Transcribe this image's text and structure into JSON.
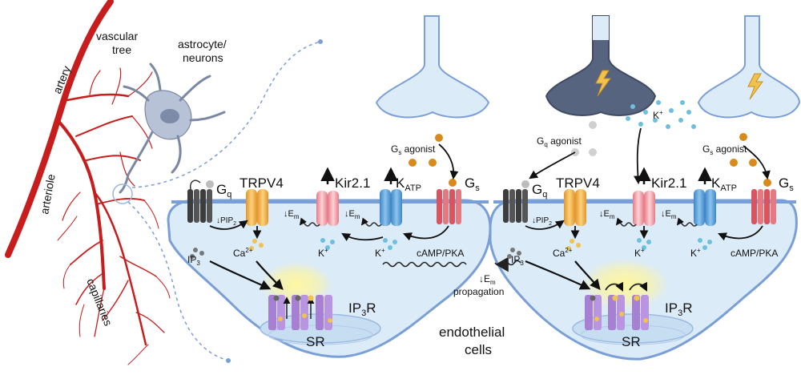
{
  "vascular": {
    "artery": "artery",
    "vascular_tree_line1": "vascular",
    "vascular_tree_line2": "tree",
    "arteriole": "arteriole",
    "capillaries": "capillaries",
    "astro_line1": "astrocyte/",
    "astro_line2": "neurons"
  },
  "cells": {
    "label_line1": "endothelial",
    "label_line2": "cells",
    "propagation": "propagation",
    "propagation_em": "↓E",
    "propagation_em_sub": "m"
  },
  "left_cell": {
    "gq": "G",
    "gq_sub": "q",
    "trpv4": "TRPV4",
    "kir": "Kir2.1",
    "katp": "K",
    "katp_sub": "ATP",
    "gs": "G",
    "gs_sub": "s",
    "pip2": "↓PIP",
    "pip2_sub": "2",
    "em1": "↓E",
    "em1_sub": "m",
    "em2": "↓E",
    "em2_sub": "m",
    "ip3": "IP",
    "ip3_sub": "3",
    "ca": "Ca",
    "ca_sup": "2+",
    "k1": "K",
    "k1_sup": "+",
    "k2": "K",
    "k2_sup": "+",
    "camp": "cAMP/PKA",
    "ip3r": "IP",
    "ip3r_sub": "3",
    "ip3r_end": "R",
    "sr": "SR",
    "gs_agonist": "G",
    "gs_agonist_sub": "s",
    "gs_agonist_end": " agonist"
  },
  "right_cell": {
    "gq": "G",
    "gq_sub": "q",
    "trpv4": "TRPV4",
    "kir": "Kir2.1",
    "katp": "K",
    "katp_sub": "ATP",
    "gs": "G",
    "gs_sub": "s",
    "pip2": "↓PIP",
    "pip2_sub": "2",
    "em1": "↓E",
    "em1_sub": "m",
    "em2": "↓E",
    "em2_sub": "m",
    "ip3": "IP",
    "ip3_sub": "3",
    "ca": "Ca",
    "ca_sup": "2+",
    "k1": "K",
    "k1_sup": "+",
    "k2": "K",
    "k2_sup": "+",
    "camp": "cAMP/PKA",
    "ip3r": "IP",
    "ip3r_sub": "3",
    "ip3r_end": "R",
    "sr": "SR",
    "gq_agonist": "G",
    "gq_agonist_sub": "q",
    "gq_agonist_end": " agonist",
    "gs_agonist": "G",
    "gs_agonist_sub": "s",
    "gs_agonist_end": " agonist",
    "kplus": "K",
    "kplus_sup": "+"
  },
  "colors": {
    "artery": "#c81d1d",
    "cell_fill": "#dcebf8",
    "cell_stroke": "#7a9fd6",
    "sr_fill": "#c7ddf1",
    "gq": "#3d3d3d",
    "trpv4": "#f3b24a",
    "kir": "#f0a3ab",
    "katp": "#6aa8da",
    "gs": "#d9545e",
    "ip3r": "#a77fd3",
    "kion": "#6cc0df",
    "ca": "#f2c14e",
    "agonist_orange": "#d98a1c",
    "glow": "#fff38a"
  }
}
